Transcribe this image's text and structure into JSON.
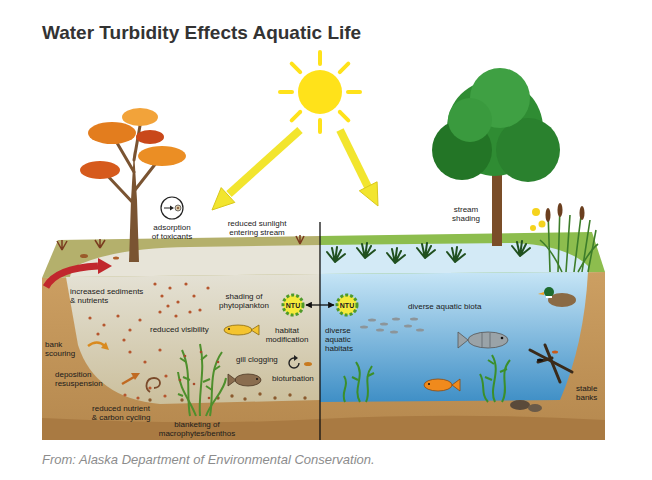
{
  "diagram": {
    "title": "Water Turbidity Effects Aquatic Life",
    "caption": "From: Alaska Department of Environmental Conservation.",
    "nodes": [
      {
        "text": [
          "NTU"
        ]
      },
      {
        "text": [
          "NTU"
        ]
      }
    ],
    "edges": [
      {
        "from": 0,
        "to": 1,
        "arrow": "both"
      }
    ],
    "labels": [
      "adsorption of toxicants",
      "reduced sunlight entering stream",
      "stream shading",
      "increased sediments & nutrients",
      "shading of phytoplankton",
      "reduced visibility",
      "habitat modification",
      "diverse aquatic habitats",
      "diverse aquatic biota",
      "bank scouring",
      "deposition resuspension",
      "gill clogging",
      "bioturbation",
      "reduced nutrient & carbon cycling",
      "blanketing of macrophytes/benthos",
      "stable banks"
    ]
  }
}
